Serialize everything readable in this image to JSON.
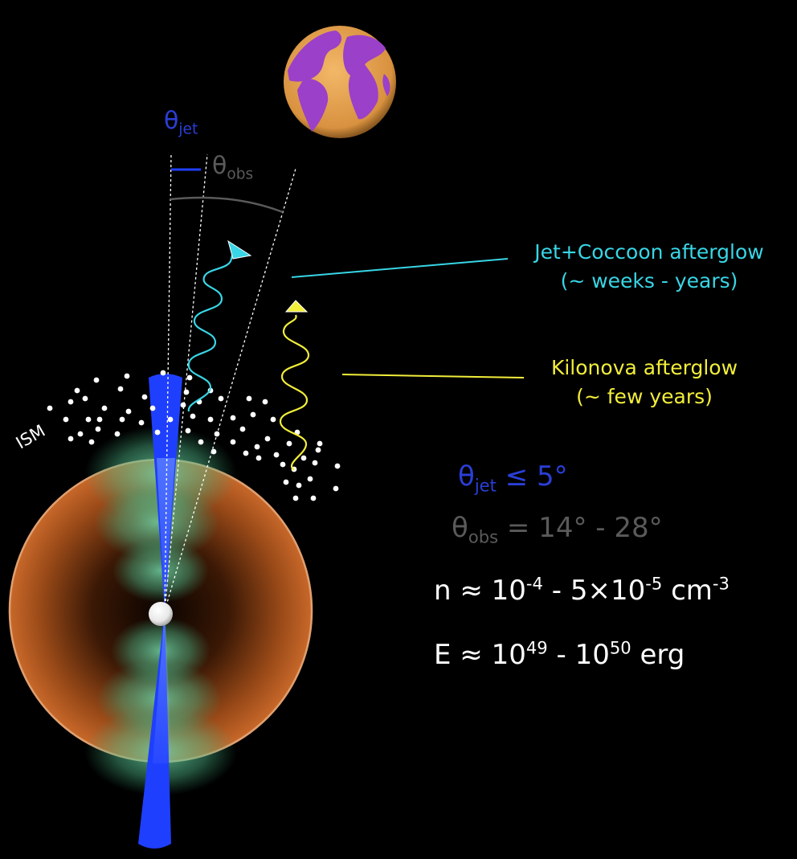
{
  "labels": {
    "theta_jet": {
      "symbol": "θ",
      "sub": "jet"
    },
    "theta_obs": {
      "symbol": "θ",
      "sub": "obs"
    },
    "ism": "ISM"
  },
  "annotations": {
    "jet_cocoon": {
      "line1": "Jet+Coccoon afterglow",
      "line2": "(~ weeks - years)"
    },
    "kilonova": {
      "line1": "Kilonova afterglow",
      "line2": "(~ few years)"
    }
  },
  "parameters": {
    "theta_jet": {
      "symbol": "θ",
      "sub": "jet",
      "rest": " ≤ 5°"
    },
    "theta_obs": {
      "symbol": "θ",
      "sub": "obs",
      "rest": " = 14° - 28°"
    },
    "density": {
      "a": "n ≈ 10",
      "e1": "-4",
      "b": " - 5×10",
      "e2": "-5",
      "c": " cm",
      "e3": "-3"
    },
    "energy": {
      "a": "E ≈ 10",
      "e1": "49",
      "b": " - 10",
      "e2": "50",
      "c": " erg"
    }
  },
  "colors": {
    "background": "#000000",
    "jet": "#1f3fff",
    "theta_jet_text": "#2a3fd8",
    "theta_obs_text": "#5a5a5a",
    "jet_cocoon": "#38d6e6",
    "kilonova": "#f2ee3a",
    "ejecta": "#b85a22",
    "ejecta_rim": "#e0a070",
    "cocoon": "#5fc596",
    "earth_ocean": "#e4a256",
    "earth_land": "#9b40c8",
    "white": "#ffffff"
  },
  "icons": [
    "earth-icon",
    "merger-remnant-icon"
  ]
}
